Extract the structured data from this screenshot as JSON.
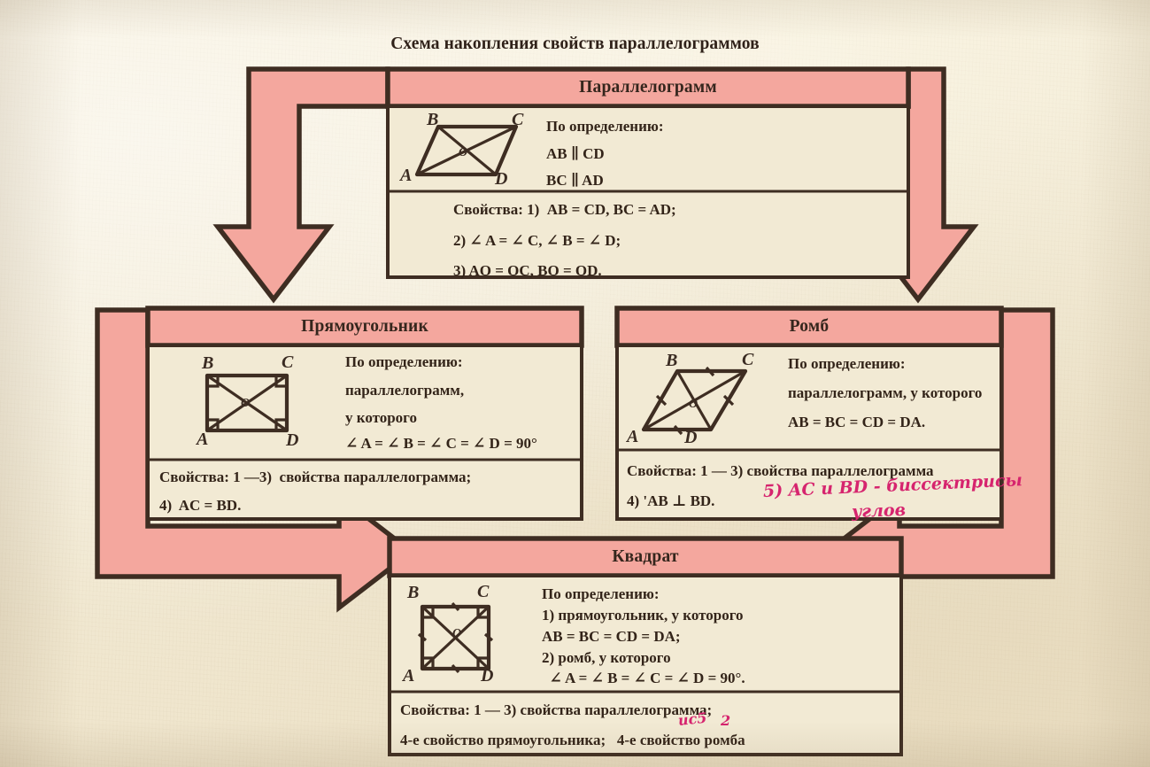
{
  "page": {
    "title": "Схема накопления свойств параллелограммов",
    "colors": {
      "paper": "#f2ead4",
      "pink_fill": "#f4a79e",
      "ink": "#3a2b22",
      "handwriting": "#d6246e"
    }
  },
  "blocks": {
    "parallelogram": {
      "header": "Параллелограмм",
      "definition_label": "По определению:",
      "definition_lines": [
        "AB ∥ CD",
        "BC ∥ AD"
      ],
      "properties_lines": [
        "Свойства: 1)  AB = CD, BC = AD;",
        "2) ∠ A = ∠ C, ∠ B = ∠ D;",
        "3) AO = OC, BO = OD."
      ],
      "figure_labels": [
        "B",
        "C",
        "A",
        "D",
        "O"
      ]
    },
    "rectangle": {
      "header": "Прямоугольник",
      "definition_lines": [
        "По определению:",
        "параллелограмм,",
        "у которого",
        "∠ A = ∠ B = ∠ C = ∠ D = 90°"
      ],
      "properties_lines": [
        "Свойства: 1 —3)  свойства параллелограмма;",
        "4)  AC = BD."
      ],
      "figure_labels": [
        "B",
        "C",
        "A",
        "D",
        "O"
      ]
    },
    "rhombus": {
      "header": "Ромб",
      "definition_lines": [
        "По определению:",
        "параллелограмм, у которого",
        "AB = BC = CD = DA."
      ],
      "properties_lines": [
        "Свойства: 1 — 3) свойства параллелограмма",
        "4) 'AB ⊥ BD."
      ],
      "handwriting": [
        "5) AC и BD - биссектрисы",
        "углов"
      ],
      "figure_labels": [
        "B",
        "C",
        "A",
        "D",
        "O"
      ]
    },
    "square": {
      "header": "Квадрат",
      "definition_lines": [
        "По определению:",
        "1) прямоугольник, у которого",
        "AB = BC = CD = DA;",
        "2) ромб, у которого",
        "  ∠ A = ∠ B = ∠ C = ∠ D = 90°."
      ],
      "properties_lines": [
        "Свойства: 1 — 3) свойства параллелограмма;",
        "4-е свойство прямоугольника;   4-е свойство ромба"
      ],
      "handwriting": [
        "ис5",
        "2"
      ],
      "figure_labels": [
        "B",
        "C",
        "A",
        "D",
        "O"
      ]
    }
  },
  "arrows": [
    {
      "name": "parallelogram-to-rectangle",
      "direction": "down"
    },
    {
      "name": "parallelogram-to-rhombus",
      "direction": "down"
    },
    {
      "name": "rectangle-to-square",
      "direction": "right"
    },
    {
      "name": "rhombus-to-square",
      "direction": "left"
    }
  ]
}
